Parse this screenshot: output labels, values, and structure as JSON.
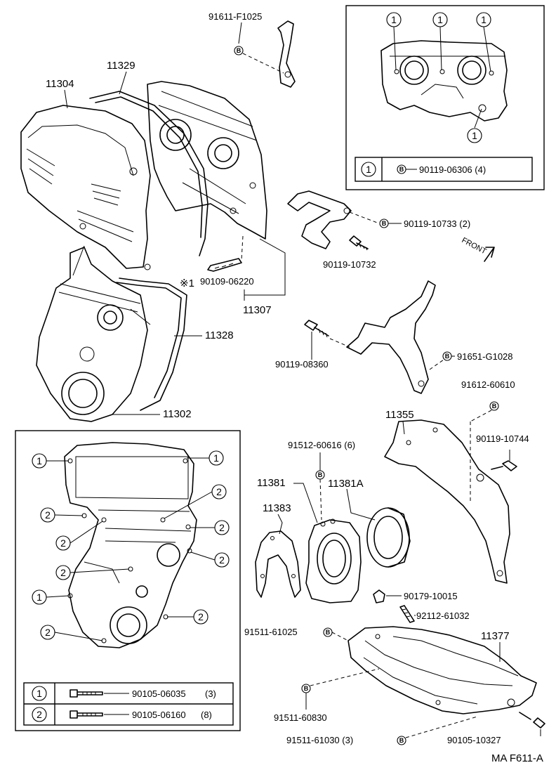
{
  "diagram_code": "MA F611-A",
  "parts": {
    "p11304": "11304",
    "p11329": "11329",
    "p91611": "91611-F1025",
    "p11328": "11328",
    "p11302": "11302",
    "p11307": "11307",
    "p90109": "90109-06220",
    "p90109_mark": "※1",
    "p90119_10733": "90119-10733 (2)",
    "p90119_10732": "90119-10732",
    "p90119_08360": "90119-08360",
    "p91651": "91651-G1028",
    "p91612": "91612-60610",
    "p90119_10744": "90119-10744",
    "p11355": "11355",
    "p91512": "91512-60616 (6)",
    "p11381": "11381",
    "p11381A": "11381A",
    "p11383": "11383",
    "p90179": "90179-10015",
    "p92112": "92112-61032",
    "p91511_61025": "91511-61025",
    "p11377": "11377",
    "p91511_60830": "91511-60830",
    "p91511_61030": "91511-61030 (3)",
    "p90105_10327": "90105-10327"
  },
  "front_label": "FRONT",
  "b_mark": "B",
  "top_inset": {
    "callout": "1",
    "table_ref": "1",
    "table_part": "90119-06306 (4)"
  },
  "bottom_inset": {
    "callout_1": "1",
    "callout_2": "2",
    "rows": [
      {
        "ref": "1",
        "part": "90105-06035",
        "qty": "(3)"
      },
      {
        "ref": "2",
        "part": "90105-06160",
        "qty": "(8)"
      }
    ]
  }
}
